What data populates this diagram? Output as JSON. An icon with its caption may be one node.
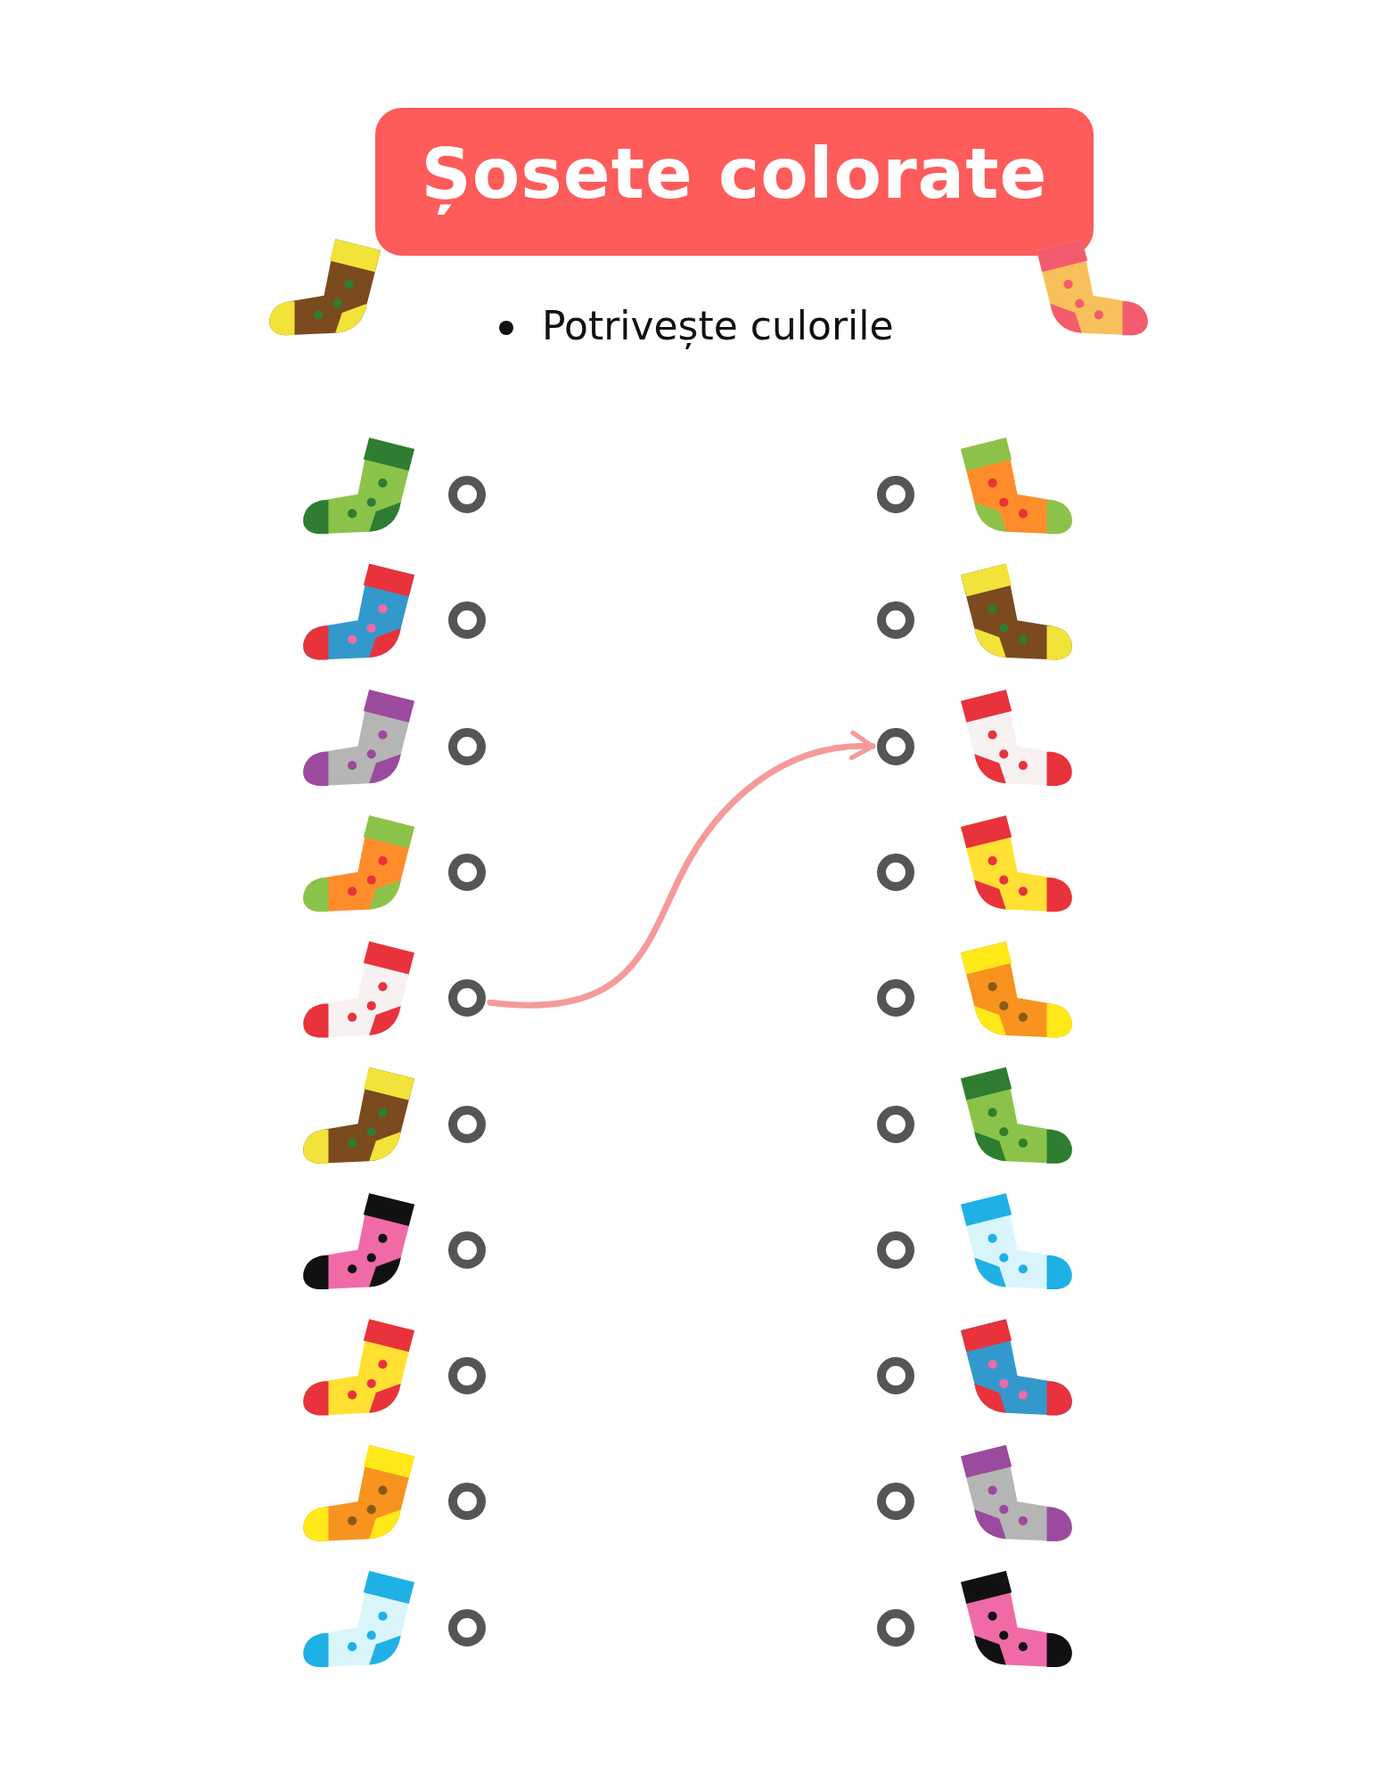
{
  "diagram": {
    "title": "Șosete colorate",
    "nodes": [
      {
        "text": [],
        "shape": "circle"
      },
      {
        "text": [],
        "shape": "circle"
      },
      {
        "text": [],
        "shape": "circle"
      },
      {
        "text": [],
        "shape": "circle"
      },
      {
        "text": [],
        "shape": "circle"
      },
      {
        "text": [],
        "shape": "circle"
      },
      {
        "text": [],
        "shape": "circle"
      },
      {
        "text": [],
        "shape": "circle"
      },
      {
        "text": [],
        "shape": "circle"
      },
      {
        "text": [],
        "shape": "circle"
      },
      {
        "text": [],
        "shape": "circle"
      },
      {
        "text": [],
        "shape": "circle"
      },
      {
        "text": [],
        "shape": "circle"
      },
      {
        "text": [],
        "shape": "circle"
      },
      {
        "text": [],
        "shape": "circle"
      },
      {
        "text": [],
        "shape": "circle"
      },
      {
        "text": [],
        "shape": "circle"
      },
      {
        "text": [],
        "shape": "circle"
      },
      {
        "text": [],
        "shape": "circle"
      },
      {
        "text": [],
        "shape": "circle"
      }
    ],
    "edges": [
      {
        "from": 4,
        "to": 12,
        "arrow": "to"
      }
    ],
    "labels": [
      "Potrivește culorile"
    ]
  }
}
